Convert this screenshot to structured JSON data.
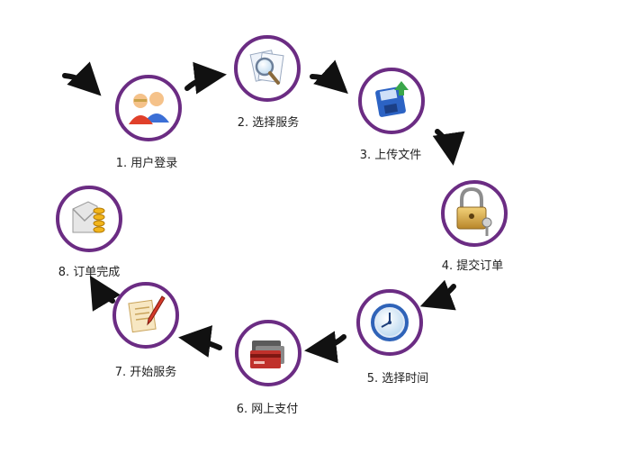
{
  "colors": {
    "ring": "#6b2c83",
    "arrow": "#111111"
  },
  "steps": [
    {
      "label": "1. 用户登录",
      "icon": "users-icon"
    },
    {
      "label": "2. 选择服务",
      "icon": "search-documents-icon"
    },
    {
      "label": "3. 上传文件",
      "icon": "upload-disk-icon"
    },
    {
      "label": "4. 提交订单",
      "icon": "padlock-key-icon"
    },
    {
      "label": "5. 选择时间",
      "icon": "clock-icon"
    },
    {
      "label": "6. 网上支付",
      "icon": "credit-cards-icon"
    },
    {
      "label": "7. 开始服务",
      "icon": "document-pen-icon"
    },
    {
      "label": "8. 订单完成",
      "icon": "envelope-coins-icon"
    }
  ]
}
